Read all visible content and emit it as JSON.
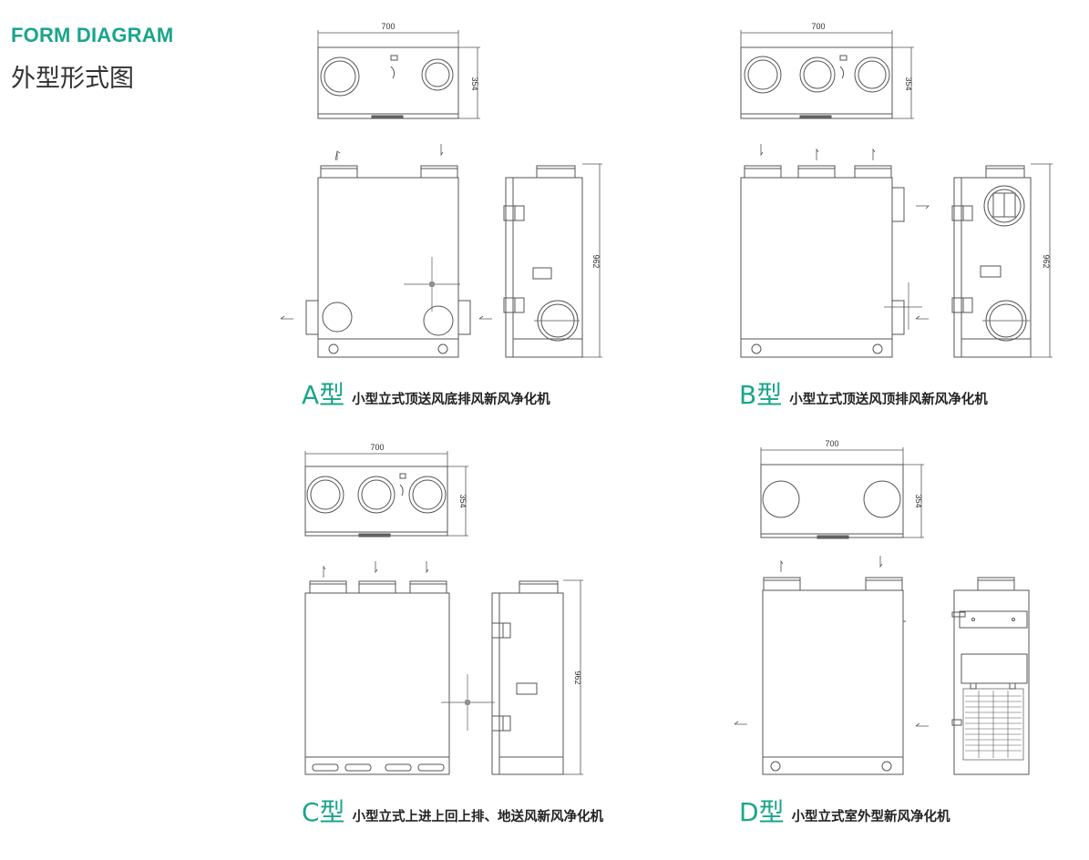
{
  "header": {
    "title_en": "FORM DIAGRAM",
    "title_cn": "外型形式图"
  },
  "dimensions": {
    "width": "700",
    "depth": "354",
    "height": "962"
  },
  "types": [
    {
      "title": "A型",
      "desc": "小型立式顶送风底排风新风净化机"
    },
    {
      "title": "B型",
      "desc": "小型立式顶送风顶排风新风净化机"
    },
    {
      "title": "C型",
      "desc": "小型立式上进上回上排、地送风新风净化机"
    },
    {
      "title": "D型",
      "desc": "小型立式室外型新风净化机"
    }
  ],
  "colors": {
    "accent": "#1aa58b",
    "line": "#555555",
    "text": "#333333"
  }
}
